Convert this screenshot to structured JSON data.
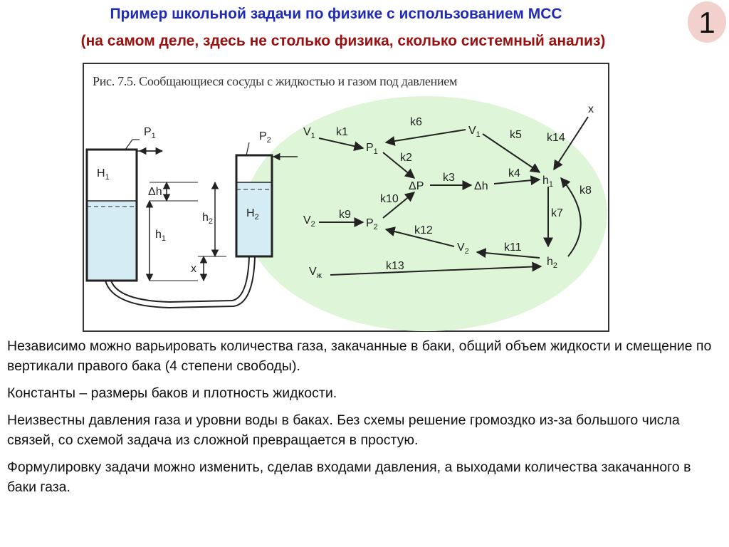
{
  "slide": {
    "title": "Пример школьной задачи по физике с использованием МСС",
    "subtitle": "(на самом деле, здесь не столько физика, сколько системный анализ)",
    "slide_number": "1"
  },
  "figure": {
    "caption": "Рис. 7.5. Сообщающиеся сосуды с жидкостью и газом под давлением",
    "tank_labels": {
      "P1": "P",
      "P1_sub": "1",
      "P2": "P",
      "P2_sub": "2",
      "H1": "H",
      "H1_sub": "1",
      "H2": "H",
      "H2_sub": "2",
      "dh": "Δh",
      "h2": "h",
      "h2_sub": "2",
      "h1": "h",
      "h1_sub": "1",
      "x": "x"
    },
    "nodes": {
      "V1o": "V",
      "V1o_sub": "1",
      "V2o": "V",
      "V2o_sub": "2",
      "Vzh": "V",
      "Vzh_sub": "ж",
      "P1": "P",
      "P1_sub": "1",
      "P2": "P",
      "P2_sub": "2",
      "dP": "ΔP",
      "dh": "Δh",
      "V1": "V",
      "V1_sub": "1",
      "V2": "V",
      "V2_sub": "2",
      "h1": "h",
      "h1_sub": "1",
      "h2": "h",
      "h2_sub": "2",
      "x": "x"
    },
    "coefficients": [
      "k1",
      "k2",
      "k3",
      "k4",
      "k5",
      "k6",
      "k7",
      "k8",
      "k9",
      "k10",
      "k11",
      "k12",
      "k13",
      "k14"
    ]
  },
  "body": {
    "p1": "Независимо можно варьировать количества газа, закачанные в баки, общий объем жидкости и смещение по вертикали правого бака (4 степени свободы).",
    "p2": "Константы – размеры баков и плотность жидкости.",
    "p3": "Неизвестны давления газа и уровни воды в баках. Без схемы решение громоздко из-за большого числа связей, со схемой задача  из сложной превращается в простую.",
    "p4": "Формулировку задачи можно изменить, сделав входами давления, а выходами количества закачанного в  баки газа."
  },
  "colors": {
    "title": "#1f2bb5",
    "subtitle": "#9a1010",
    "badge": "#f2d0cc",
    "ellipse": "#dff5d8",
    "liquid": "#d6ecf5"
  }
}
